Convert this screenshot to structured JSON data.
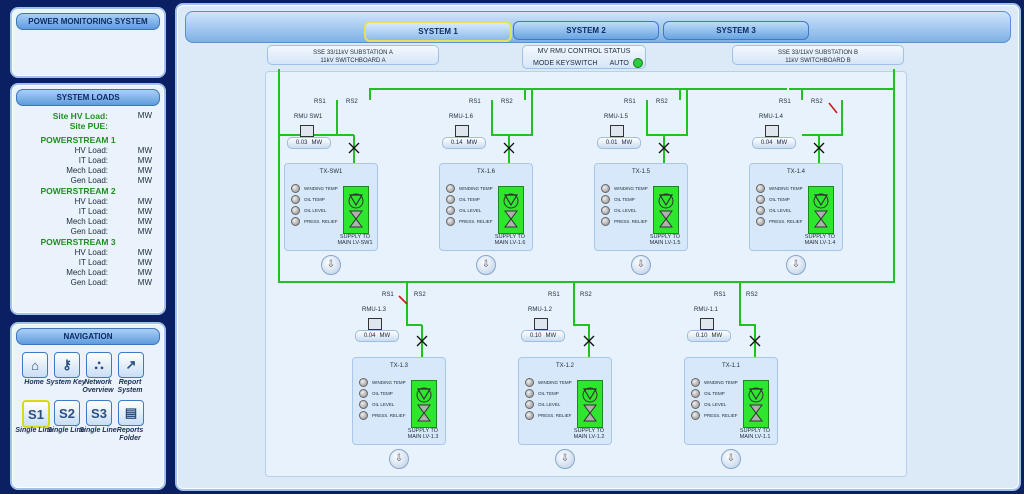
{
  "left": {
    "power_title": "POWER MONITORING SYSTEM",
    "loads_title": "SYSTEM LOADS",
    "site_hv_label": "Site HV Load:",
    "site_hv_unit": "MW",
    "site_pue_label": "Site PUE:",
    "streams": [
      {
        "title": "POWERSTREAM 1",
        "rows": [
          {
            "label": "HV Load:",
            "unit": "MW"
          },
          {
            "label": "IT Load:",
            "unit": "MW"
          },
          {
            "label": "Mech Load:",
            "unit": "MW"
          },
          {
            "label": "Gen Load:",
            "unit": "MW"
          }
        ]
      },
      {
        "title": "POWERSTREAM 2",
        "rows": [
          {
            "label": "HV Load:",
            "unit": "MW"
          },
          {
            "label": "IT Load:",
            "unit": "MW"
          },
          {
            "label": "Mech Load:",
            "unit": "MW"
          },
          {
            "label": "Gen Load:",
            "unit": "MW"
          }
        ]
      },
      {
        "title": "POWERSTREAM 3",
        "rows": [
          {
            "label": "HV Load:",
            "unit": "MW"
          },
          {
            "label": "IT Load:",
            "unit": "MW"
          },
          {
            "label": "Mech Load:",
            "unit": "MW"
          },
          {
            "label": "Gen Load:",
            "unit": "MW"
          }
        ]
      }
    ],
    "nav_title": "NAVIGATION",
    "nav": [
      {
        "label": "Home",
        "icon": "home-icon"
      },
      {
        "label": "System Key",
        "icon": "key-icon"
      },
      {
        "label": "Network Overview",
        "icon": "network-icon"
      },
      {
        "label": "Report System",
        "icon": "chart-icon"
      },
      {
        "label": "Single Line",
        "badge": "S1"
      },
      {
        "label": "Single Line",
        "badge": "S2"
      },
      {
        "label": "Single Line",
        "badge": "S3"
      },
      {
        "label": "Reports Folder",
        "icon": "folder-icon"
      }
    ]
  },
  "tabs": [
    "SYSTEM 1",
    "SYSTEM 2",
    "SYSTEM 3"
  ],
  "substation_a": {
    "line1": "SSE 33/11kV SUBSTATION A",
    "line2": "11kV SWITCHBOARD A"
  },
  "substation_b": {
    "line1": "SSE 33/11kV SUBSTATION B",
    "line2": "11kV SWITCHBOARD B"
  },
  "control": {
    "title": "MV RMU CONTROL STATUS",
    "mode_label": "MODE KEYSWITCH",
    "mode_value": "AUTO",
    "status_color": "#2ecc40"
  },
  "rs_labels": {
    "rs1": "RS1",
    "rs2": "RS2"
  },
  "indicators": [
    "WINDING TEMP",
    "OIL TEMP",
    "OIL LEVEL",
    "PRESS. RELIEF"
  ],
  "units": {
    "mw": "MW"
  },
  "rmus": [
    {
      "name": "RMU SW1",
      "mw": "0.03",
      "tx": "TX-SW1",
      "supply_line1": "SUPPLY TO",
      "supply_line2": "MAIN LV-SW1",
      "rs2_open": false
    },
    {
      "name": "RMU-1.6",
      "mw": "0.14",
      "tx": "TX-1.6",
      "supply_line1": "SUPPLY TO",
      "supply_line2": "MAIN LV-1.6",
      "rs2_open": false
    },
    {
      "name": "RMU-1.5",
      "mw": "0.01",
      "tx": "TX-1.5",
      "supply_line1": "SUPPLY TO",
      "supply_line2": "MAIN LV-1.5",
      "rs2_open": false
    },
    {
      "name": "RMU-1.4",
      "mw": "0.04",
      "tx": "TX-1.4",
      "supply_line1": "SUPPLY TO",
      "supply_line2": "MAIN LV-1.4",
      "rs2_open": true
    },
    {
      "name": "RMU-1.3",
      "mw": "0.04",
      "tx": "TX-1.3",
      "supply_line1": "SUPPLY TO",
      "supply_line2": "MAIN LV-1.3",
      "rs1_open": true
    },
    {
      "name": "RMU-1.2",
      "mw": "0.10",
      "tx": "TX-1.2",
      "supply_line1": "SUPPLY TO",
      "supply_line2": "MAIN LV-1.2",
      "rs1_open": false
    },
    {
      "name": "RMU-1.1",
      "mw": "0.10",
      "tx": "TX-1.1",
      "supply_line1": "SUPPLY TO",
      "supply_line2": "MAIN LV-1.1",
      "rs1_open": false
    }
  ],
  "colors": {
    "bus_green": "#22c122",
    "open_red": "#d01818",
    "tx_green": "#2ee62e"
  }
}
